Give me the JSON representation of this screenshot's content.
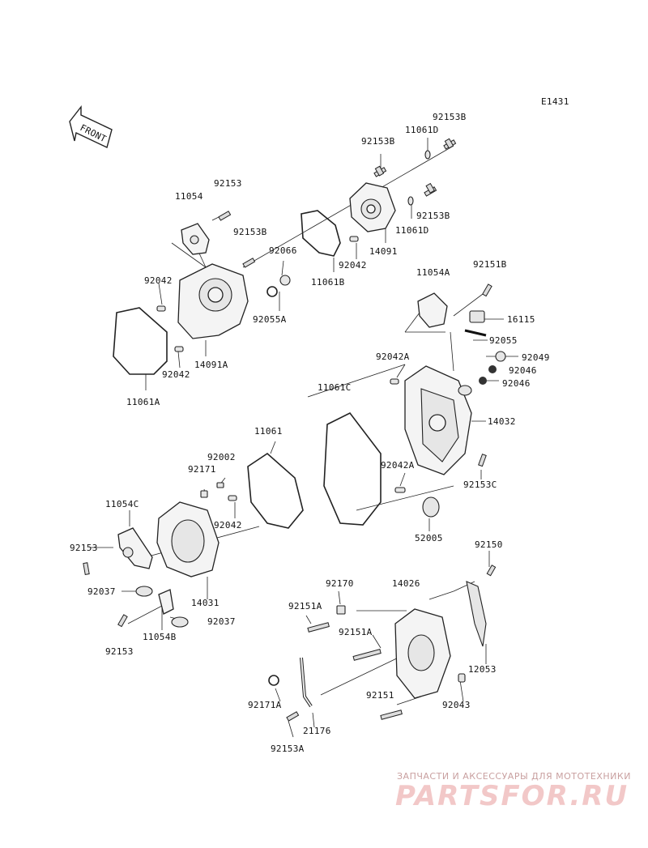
{
  "diagram_code": "E1431",
  "front_label": "FRONT",
  "parts": [
    {
      "id": "p01",
      "text": "92153B"
    },
    {
      "id": "p02",
      "text": "11061D"
    },
    {
      "id": "p03",
      "text": "92153B"
    },
    {
      "id": "p04",
      "text": "11054"
    },
    {
      "id": "p05",
      "text": "92153"
    },
    {
      "id": "p06",
      "text": "92153B"
    },
    {
      "id": "p07",
      "text": "11061D"
    },
    {
      "id": "p08",
      "text": "92153B"
    },
    {
      "id": "p09",
      "text": "92066"
    },
    {
      "id": "p10",
      "text": "92042"
    },
    {
      "id": "p11",
      "text": "14091"
    },
    {
      "id": "p12",
      "text": "11061B"
    },
    {
      "id": "p13",
      "text": "92042"
    },
    {
      "id": "p14",
      "text": "92055A"
    },
    {
      "id": "p15",
      "text": "11054A"
    },
    {
      "id": "p16",
      "text": "92151B"
    },
    {
      "id": "p17",
      "text": "16115"
    },
    {
      "id": "p18",
      "text": "92055"
    },
    {
      "id": "p19",
      "text": "92042"
    },
    {
      "id": "p20",
      "text": "14091A"
    },
    {
      "id": "p21",
      "text": "92042A"
    },
    {
      "id": "p22",
      "text": "92049"
    },
    {
      "id": "p23",
      "text": "92046"
    },
    {
      "id": "p24",
      "text": "92046"
    },
    {
      "id": "p25",
      "text": "11061A"
    },
    {
      "id": "p26",
      "text": "11061C"
    },
    {
      "id": "p27",
      "text": "14032"
    },
    {
      "id": "p28",
      "text": "11061"
    },
    {
      "id": "p29",
      "text": "92002"
    },
    {
      "id": "p30",
      "text": "92171"
    },
    {
      "id": "p31",
      "text": "92042A"
    },
    {
      "id": "p32",
      "text": "92153C"
    },
    {
      "id": "p33",
      "text": "11054C"
    },
    {
      "id": "p34",
      "text": "92042"
    },
    {
      "id": "p35",
      "text": "52005"
    },
    {
      "id": "p36",
      "text": "92153"
    },
    {
      "id": "p37",
      "text": "92150"
    },
    {
      "id": "p38",
      "text": "14031"
    },
    {
      "id": "p39",
      "text": "92170"
    },
    {
      "id": "p40",
      "text": "14026"
    },
    {
      "id": "p41",
      "text": "92037"
    },
    {
      "id": "p42",
      "text": "92151A"
    },
    {
      "id": "p43",
      "text": "92037"
    },
    {
      "id": "p44",
      "text": "92151A"
    },
    {
      "id": "p45",
      "text": "92153"
    },
    {
      "id": "p46",
      "text": "11054B"
    },
    {
      "id": "p47",
      "text": "12053"
    },
    {
      "id": "p48",
      "text": "92151"
    },
    {
      "id": "p49",
      "text": "92171A"
    },
    {
      "id": "p50",
      "text": "92043"
    },
    {
      "id": "p51",
      "text": "21176"
    },
    {
      "id": "p52",
      "text": "92153A"
    }
  ],
  "watermark": {
    "tagline": "ЗАПЧАСТИ И АКСЕССУАРЫ ДЛЯ МОТОТЕХНИКИ",
    "logo": "PARTSFOR.RU"
  }
}
